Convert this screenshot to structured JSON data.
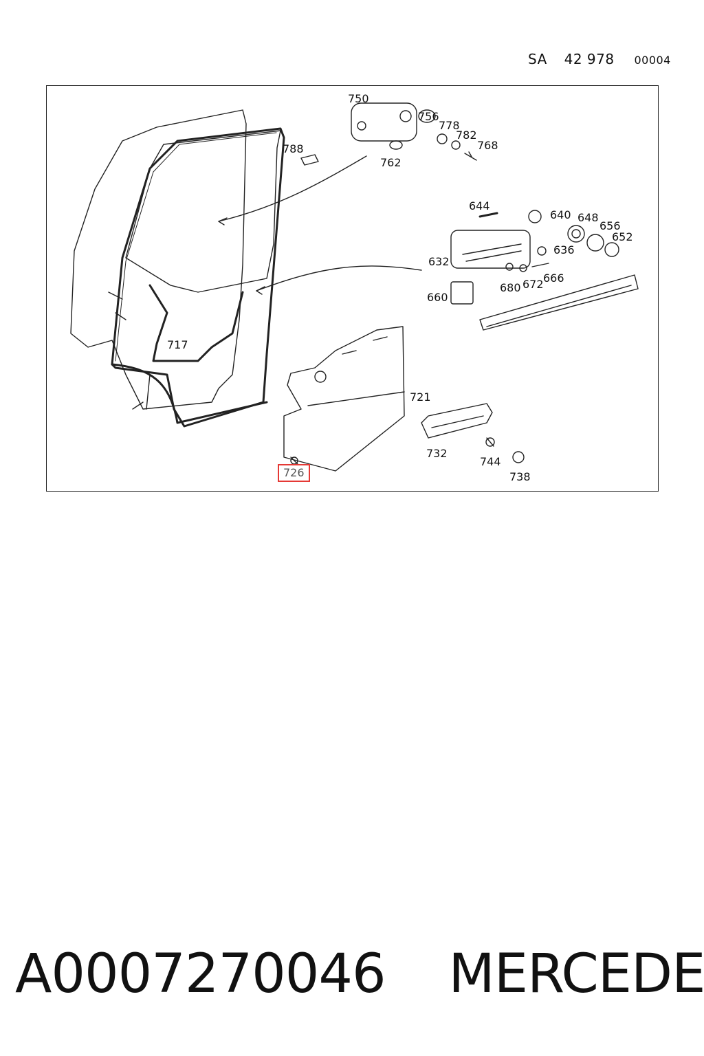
{
  "header": {
    "prefix": "SA",
    "code": "42 978",
    "sheet": "00004"
  },
  "callouts": [
    "750",
    "756",
    "778",
    "782",
    "768",
    "762",
    "788",
    "644",
    "640",
    "648",
    "656",
    "652",
    "636",
    "632",
    "680",
    "672",
    "666",
    "660",
    "717",
    "721",
    "732",
    "744",
    "738",
    "726"
  ],
  "highlighted_callout": "726",
  "highlight_color": "#e53935",
  "footer": {
    "part_number": "A0007270046",
    "brand": "MERCEDES"
  }
}
